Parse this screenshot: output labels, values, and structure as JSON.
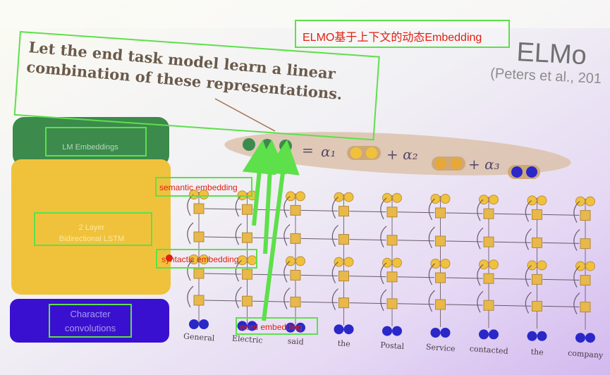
{
  "annotations": {
    "title": "ELMO基于上下文的动态Embedding",
    "semantic": "semantic embedding",
    "syntactic": "syntactic embedding",
    "word": "word embedding"
  },
  "slide": {
    "heading_line1": "Let the end task model learn a linear",
    "heading_line2": "combination of these representations.",
    "elmo": "ELMo",
    "citation": "(Peters et al., 201",
    "lm_embeddings": "LM Embeddings",
    "bilstm_line1": "2 Layer",
    "bilstm_line2": "Bidirectional LSTM",
    "char_line1": "Character",
    "char_line2": "convolutions",
    "formula_eq": "=",
    "formula_a1": "α₁",
    "formula_a2": "+ α₂",
    "formula_a3": "+ α₃",
    "words": [
      "General",
      "Electric",
      "said",
      "the",
      "Postal",
      "Service",
      "contacted",
      "the",
      "company"
    ]
  },
  "colors": {
    "annotation_box": "#5de04a",
    "annotation_text": "#e02010",
    "lm_block": "#3c8a4c",
    "lstm_block": "#f0c23c",
    "char_block": "#3a10d0",
    "token_blue": "#2a28c8",
    "lstm_cell": "#e8b84a"
  }
}
